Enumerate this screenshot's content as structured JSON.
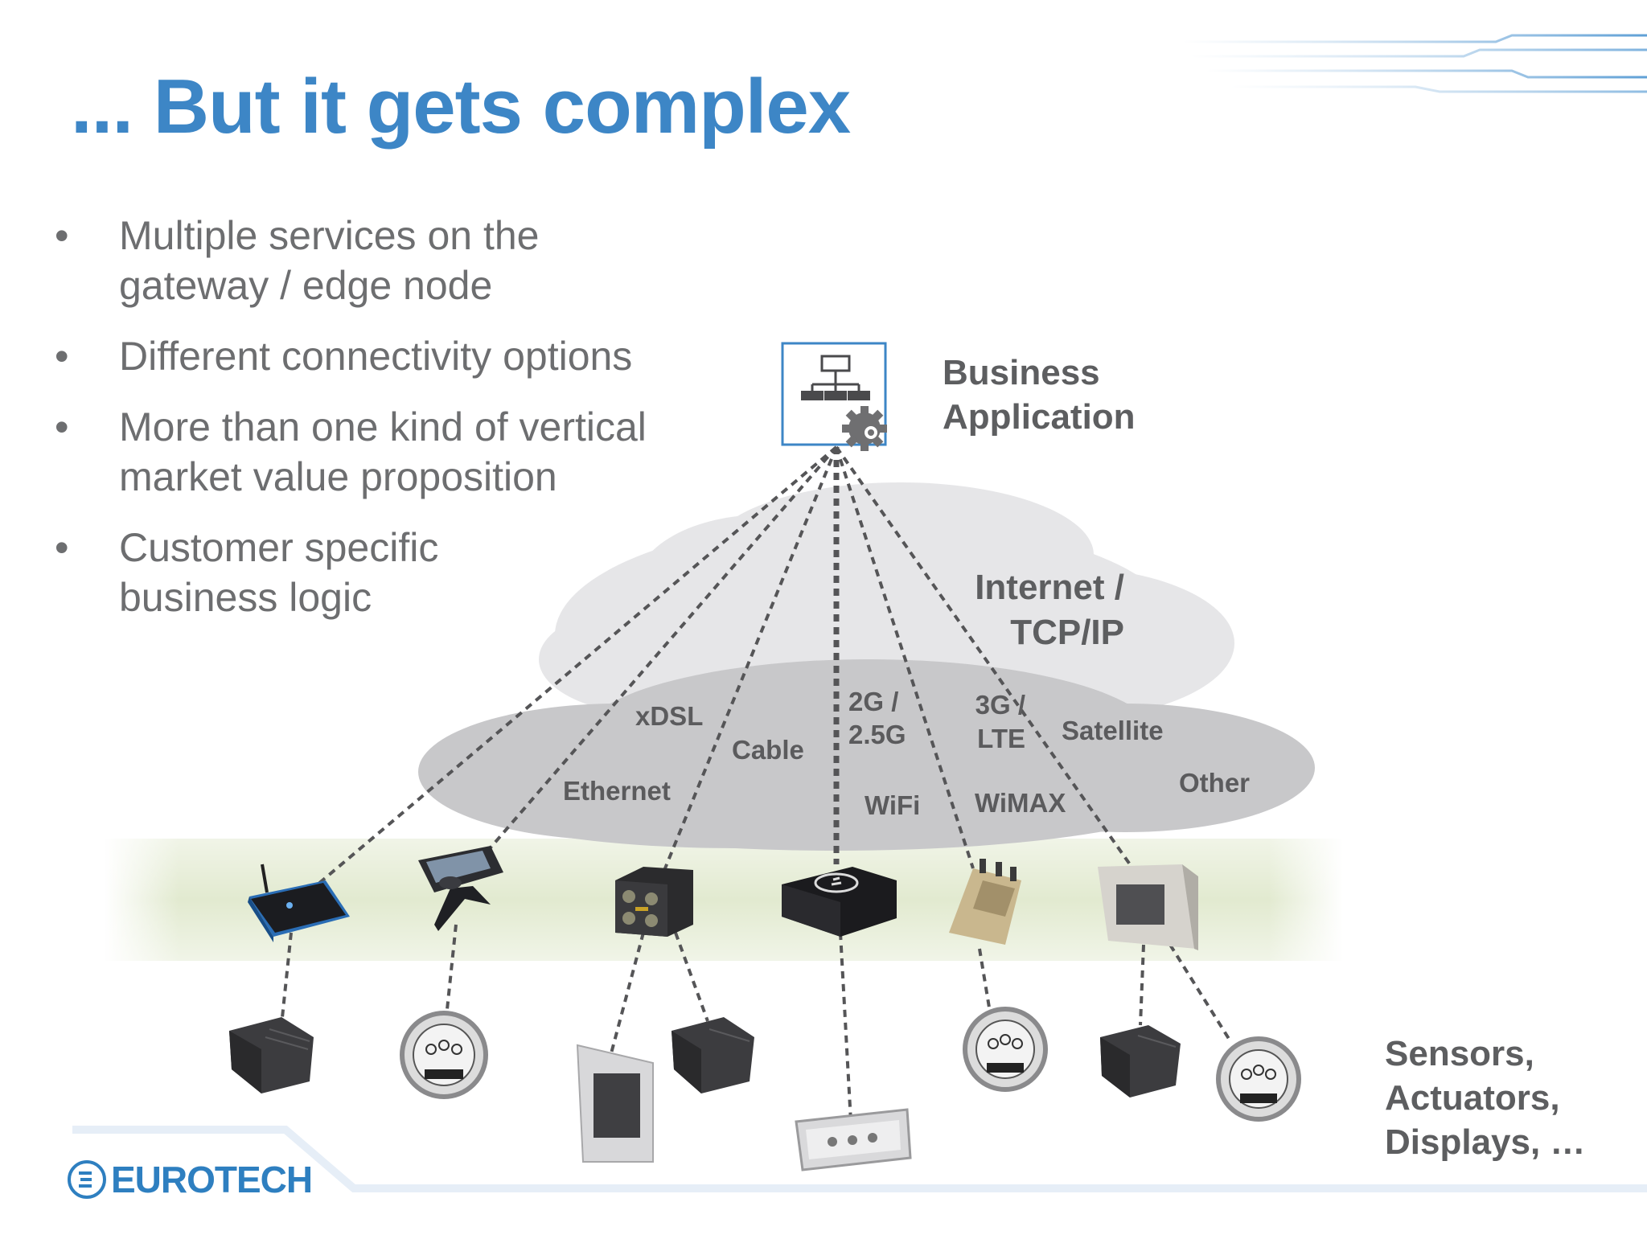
{
  "slide": {
    "title": "... But it gets complex",
    "bullets": [
      {
        "text": "Multiple services on the\ngateway / edge node"
      },
      {
        "text": "Different connectivity options"
      },
      {
        "text": "More than one kind of vertical\nmarket value proposition"
      },
      {
        "text": "Customer specific\nbusiness logic"
      }
    ],
    "bullet_glyph": "•"
  },
  "diagram": {
    "business_app_label": "Business\nApplication",
    "cloud_label": "Internet /\nTCP/IP",
    "connectivity": {
      "xdsl": "xDSL",
      "cable": "Cable",
      "g2": "2G /\n2.5G",
      "g3": "3G /\nLTE",
      "satellite": "Satellite",
      "ethernet": "Ethernet",
      "wifi": "WiFi",
      "wimax": "WiMAX",
      "other": "Other"
    },
    "edge_label": "Sensors,\nActuators,\nDisplays, …",
    "icons": {
      "app": "network-hierarchy-gear-icon",
      "gateways": [
        "router-icon",
        "handheld-icon",
        "rugged-computer-icon",
        "edge-box-icon",
        "radio-terminal-icon",
        "panel-display-icon"
      ],
      "edge_devices": [
        "sensor-module-icon",
        "meter-icon",
        "touch-panel-icon",
        "sensor-module-icon",
        "terminal-strip-icon",
        "meter-icon",
        "sensor-module-icon",
        "meter-icon"
      ]
    }
  },
  "footer": {
    "logo_text": "EUROTECH"
  },
  "colors": {
    "title": "#3d86c6",
    "body_text": "#6d6e70",
    "accent_line": "#4f8fcd",
    "cloud_top": "#e4e4e6",
    "cloud_bottom": "#c6c6c8",
    "band": "#e2ead0"
  }
}
